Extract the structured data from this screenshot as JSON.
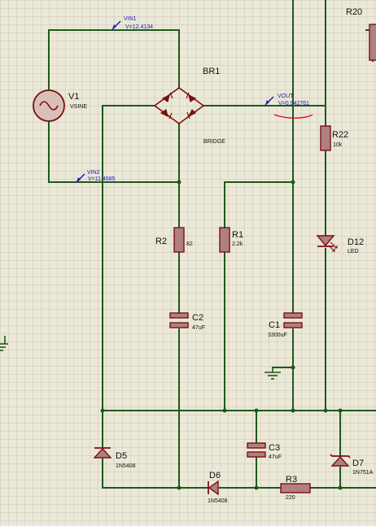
{
  "colors": {
    "background": "#ece8d8",
    "grid": "#c9c6b7",
    "wire": "#1b5a1b",
    "component": "#7a1010",
    "component_fill": "#b08080",
    "probe": "#1a1ab8",
    "annotation": "#e01010"
  },
  "components": {
    "v1": {
      "ref": "V1",
      "value": "VSINE"
    },
    "br1": {
      "ref": "BR1",
      "value": "BRIDGE"
    },
    "r20": {
      "ref": "R20"
    },
    "r22": {
      "ref": "R22",
      "value": "10k"
    },
    "d12": {
      "ref": "D12",
      "value": "LED"
    },
    "r2": {
      "ref": "R2",
      "value": "82"
    },
    "r1": {
      "ref": "R1",
      "value": "2.2k"
    },
    "c2": {
      "ref": "C2",
      "value": "47uF"
    },
    "c1": {
      "ref": "C1",
      "value": "3300uF"
    },
    "d5": {
      "ref": "D5",
      "value": "1N5408"
    },
    "d6": {
      "ref": "D6",
      "value": "1N5408"
    },
    "c3": {
      "ref": "C3",
      "value": "47uF"
    },
    "r3": {
      "ref": "R3",
      "value": "220"
    },
    "d7": {
      "ref": "D7",
      "value": "1N751A"
    }
  },
  "probes": {
    "vin1": {
      "name": "VIN1",
      "reading": "V=12.4134"
    },
    "vin2": {
      "name": "VIN2",
      "reading": "V=11.4685"
    },
    "vout": {
      "name": "VOUT",
      "reading": "V=0.942761"
    }
  }
}
